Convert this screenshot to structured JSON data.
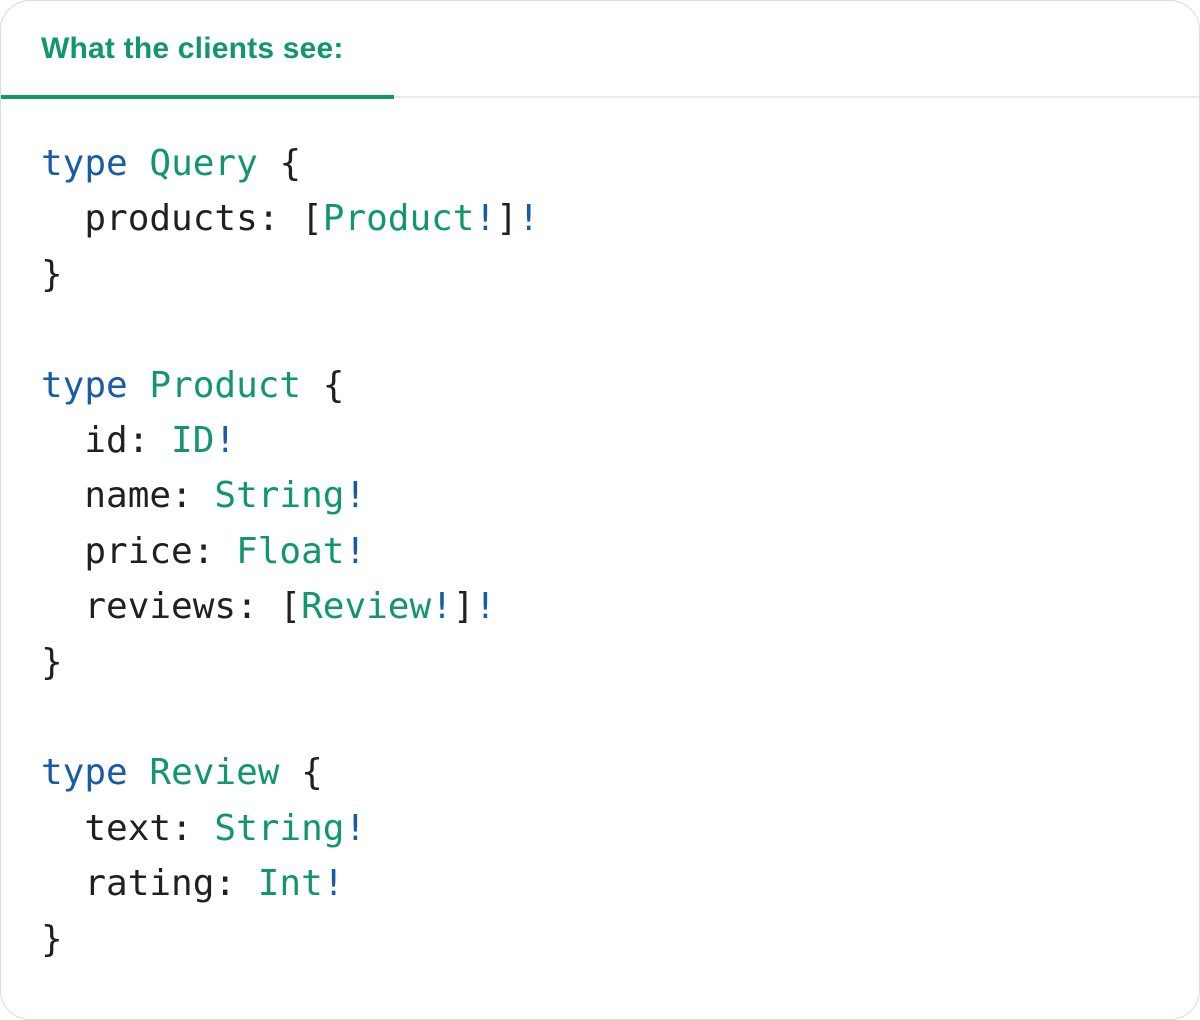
{
  "colors": {
    "accent_green": "#12966F",
    "keyword_blue": "#175CA4",
    "code_dark": "#1E2023",
    "tabbar_border": "#E9E9E9",
    "card_border": "#CFE3D6",
    "card_bg": "#FFFFFF"
  },
  "tabs": [
    {
      "label": "What the clients see:",
      "active": true
    }
  ],
  "code": {
    "language": "graphql-schema",
    "lines": [
      {
        "tokens": [
          {
            "t": "type",
            "c": "kw"
          },
          {
            "t": " ",
            "c": "pl"
          },
          {
            "t": "Query",
            "c": "ty"
          },
          {
            "t": " {",
            "c": "pl"
          }
        ]
      },
      {
        "tokens": [
          {
            "t": "  products: [",
            "c": "pl"
          },
          {
            "t": "Product",
            "c": "ty"
          },
          {
            "t": "!",
            "c": "kw"
          },
          {
            "t": "]",
            "c": "pl"
          },
          {
            "t": "!",
            "c": "kw"
          }
        ]
      },
      {
        "tokens": [
          {
            "t": "}",
            "c": "pl"
          }
        ]
      },
      {
        "tokens": []
      },
      {
        "tokens": [
          {
            "t": "type",
            "c": "kw"
          },
          {
            "t": " ",
            "c": "pl"
          },
          {
            "t": "Product",
            "c": "ty"
          },
          {
            "t": " {",
            "c": "pl"
          }
        ]
      },
      {
        "tokens": [
          {
            "t": "  id: ",
            "c": "pl"
          },
          {
            "t": "ID",
            "c": "ty"
          },
          {
            "t": "!",
            "c": "kw"
          }
        ]
      },
      {
        "tokens": [
          {
            "t": "  name: ",
            "c": "pl"
          },
          {
            "t": "String",
            "c": "ty"
          },
          {
            "t": "!",
            "c": "kw"
          }
        ]
      },
      {
        "tokens": [
          {
            "t": "  price: ",
            "c": "pl"
          },
          {
            "t": "Float",
            "c": "ty"
          },
          {
            "t": "!",
            "c": "kw"
          }
        ]
      },
      {
        "tokens": [
          {
            "t": "  reviews: [",
            "c": "pl"
          },
          {
            "t": "Review",
            "c": "ty"
          },
          {
            "t": "!",
            "c": "kw"
          },
          {
            "t": "]",
            "c": "pl"
          },
          {
            "t": "!",
            "c": "kw"
          }
        ]
      },
      {
        "tokens": [
          {
            "t": "}",
            "c": "pl"
          }
        ]
      },
      {
        "tokens": []
      },
      {
        "tokens": [
          {
            "t": "type",
            "c": "kw"
          },
          {
            "t": " ",
            "c": "pl"
          },
          {
            "t": "Review",
            "c": "ty"
          },
          {
            "t": " {",
            "c": "pl"
          }
        ]
      },
      {
        "tokens": [
          {
            "t": "  text: ",
            "c": "pl"
          },
          {
            "t": "String",
            "c": "ty"
          },
          {
            "t": "!",
            "c": "kw"
          }
        ]
      },
      {
        "tokens": [
          {
            "t": "  rating: ",
            "c": "pl"
          },
          {
            "t": "Int",
            "c": "ty"
          },
          {
            "t": "!",
            "c": "kw"
          }
        ]
      },
      {
        "tokens": [
          {
            "t": "}",
            "c": "pl"
          }
        ]
      }
    ]
  }
}
